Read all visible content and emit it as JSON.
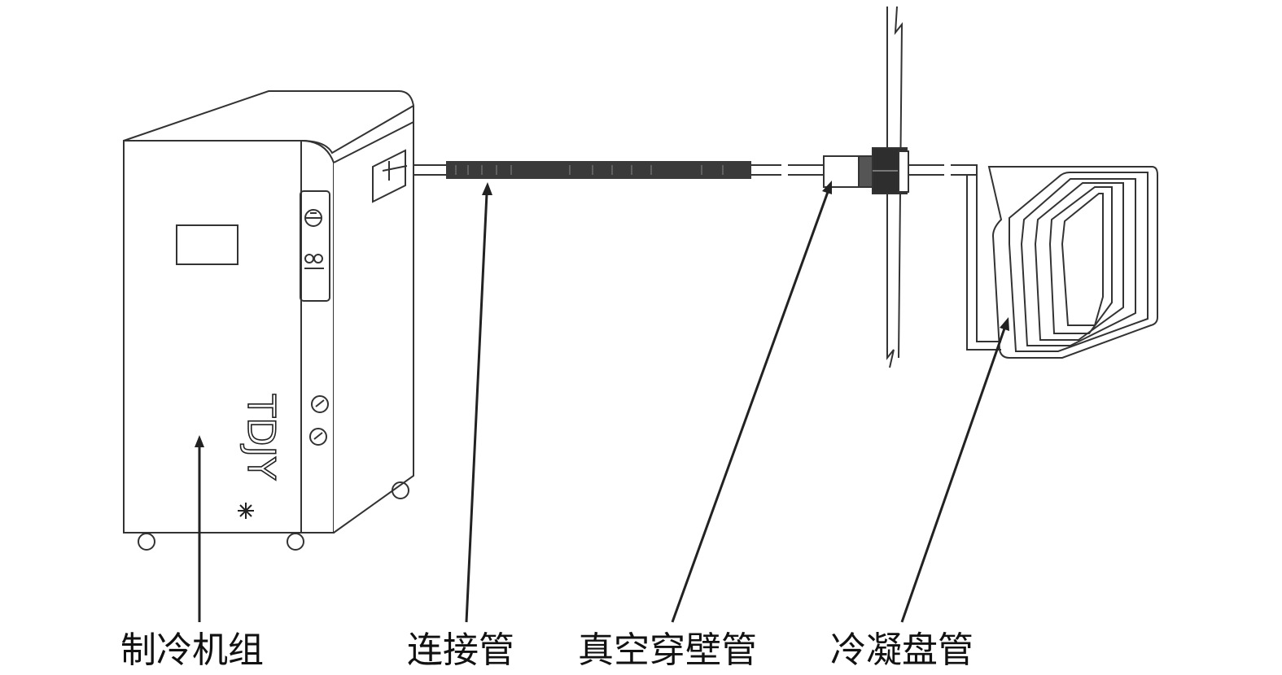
{
  "labels": {
    "refrigeration_unit": "制冷机组",
    "connecting_pipe": "连接管",
    "vacuum_wall_pipe": "真空穿壁管",
    "condensing_coil": "冷凝盘管"
  },
  "unit_brand": "TDJY",
  "colors": {
    "line": "#333333",
    "pipe_dark": "#3a3a3a",
    "background": "#ffffff"
  }
}
